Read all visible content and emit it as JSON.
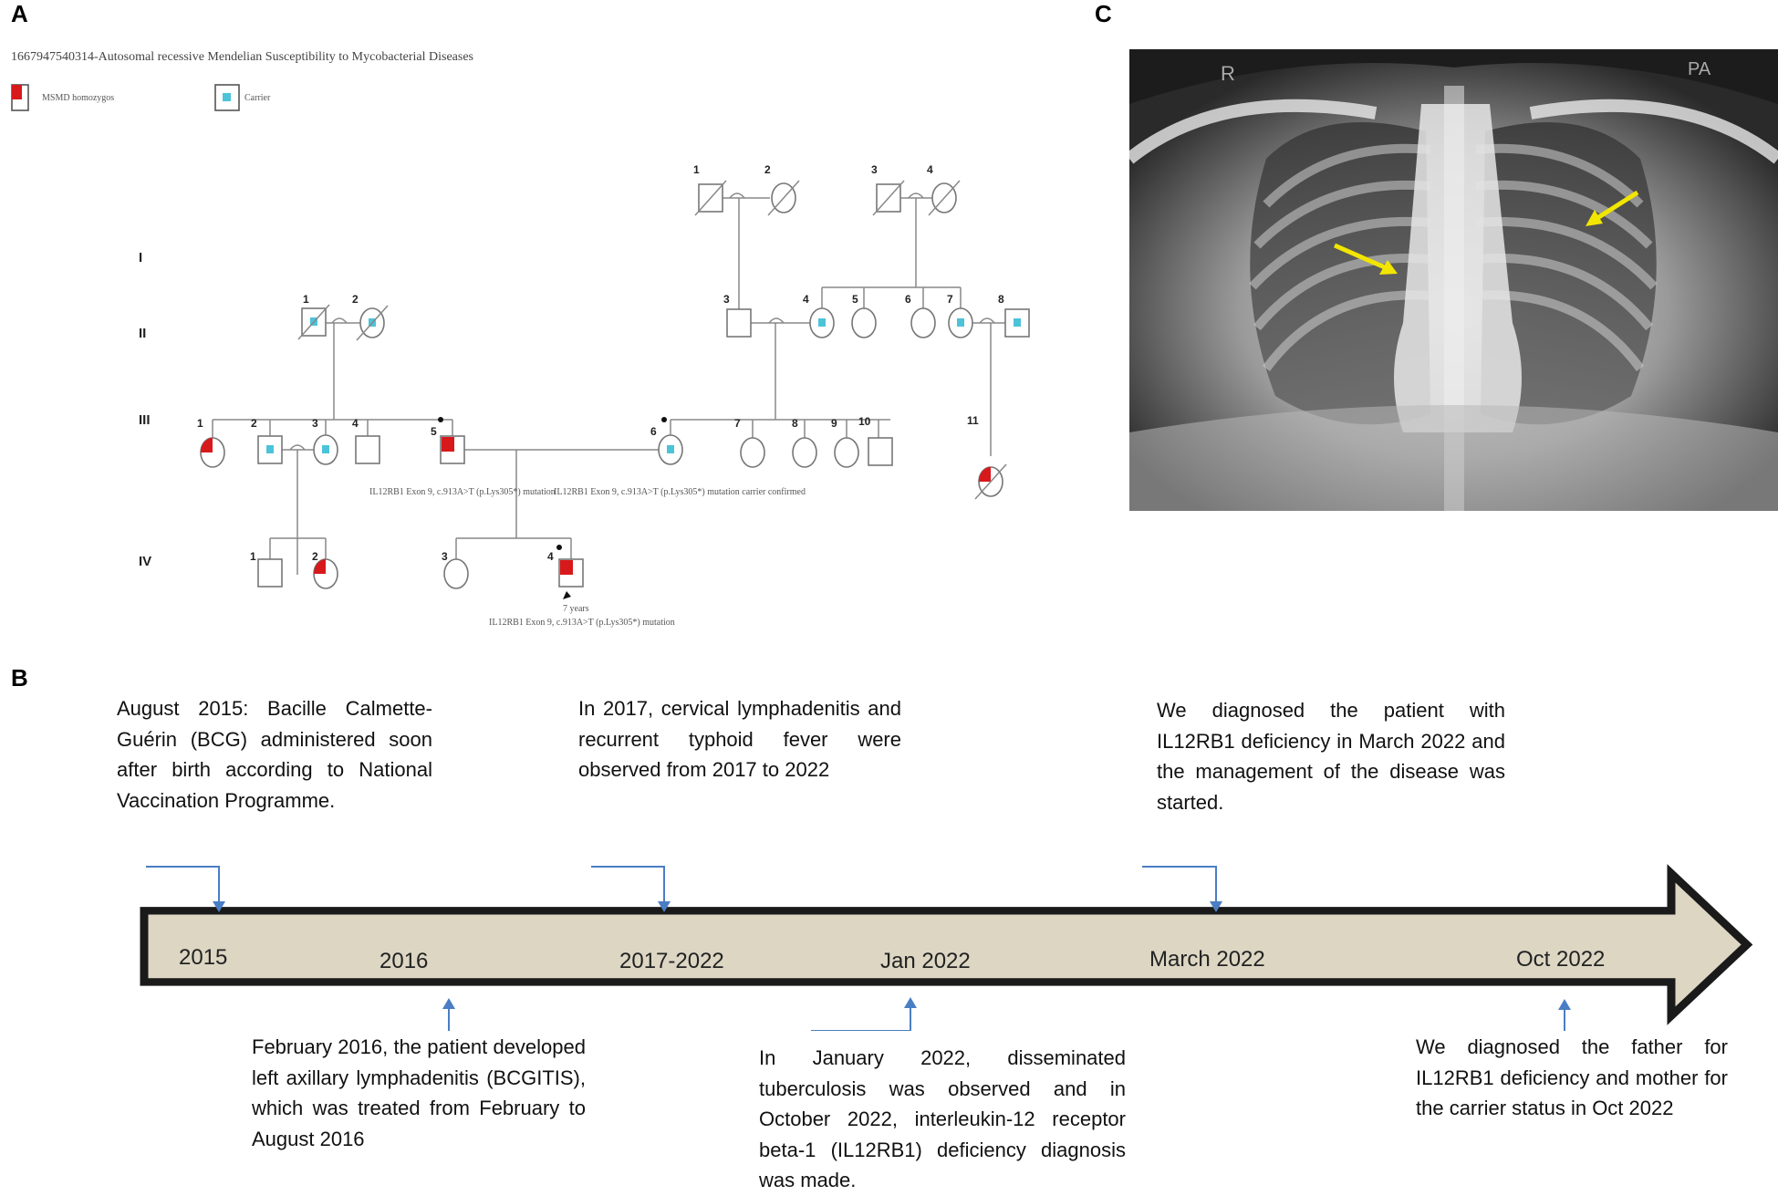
{
  "panels": {
    "a": "A",
    "b": "B",
    "c": "C"
  },
  "pedigree": {
    "title": "1667947540314-Autosomal recessive Mendelian Susceptibility to Mycobacterial Diseases",
    "legend": {
      "affected": "MSMD homozygos",
      "carrier": "Carrier"
    },
    "generations": [
      "I",
      "II",
      "III",
      "IV"
    ],
    "annotations": {
      "iii5": "IL12RB1 Exon 9, c.913A>T (p.Lys305*) mutation",
      "iii6": "IL12RB1 Exon 9, c.913A>T (p.Lys305*) mutation carrier confirmed",
      "iv4_age": "7 years",
      "iv4": "IL12RB1 Exon 9, c.913A>T (p.Lys305*) mutation"
    },
    "nums": {
      "g1": [
        "1",
        "2",
        "3",
        "4"
      ],
      "g2": [
        "1",
        "2",
        "3",
        "4",
        "5",
        "6",
        "7",
        "8"
      ],
      "g3": [
        "1",
        "2",
        "3",
        "4",
        "5",
        "6",
        "7",
        "8",
        "9",
        "10",
        "11"
      ],
      "g4": [
        "1",
        "2",
        "3",
        "4"
      ]
    }
  },
  "xray": {
    "label_r": "R",
    "label_pa": "PA"
  },
  "timeline": {
    "labels": [
      "2015",
      "2016",
      "2017-2022",
      "Jan 2022",
      "March 2022",
      "Oct 2022"
    ],
    "events": {
      "aug2015": "August 2015: Bacille Calmette-Guérin (BCG) administered soon after birth according to National Vaccination Programme.",
      "y2017": "In 2017, cervical lymphadenitis and recurrent typhoid fever were observed from 2017 to 2022",
      "mar2022": "We diagnosed the patient with IL12RB1 deficiency in March 2022 and the management of the disease was started.",
      "feb2016": "February 2016, the patient developed left axillary lymphadenitis (BCGITIS), which was treated from February to August 2016",
      "jan2022": "In January 2022, disseminated tuberculosis was observed and in October 2022, interleukin-12 receptor beta-1 (IL12RB1) deficiency diagnosis was made.",
      "oct2022": "We diagnosed the father for IL12RB1 deficiency and mother for the carrier status in Oct 2022"
    },
    "colors": {
      "bar_fill": "#dcd6c3",
      "bar_stroke": "#1a1a1a",
      "pointer": "#4a7ec4"
    }
  },
  "colors": {
    "affected": "#d7191c",
    "carrier": "#4cc3d9",
    "arrow_yellow": "#f2e600"
  }
}
